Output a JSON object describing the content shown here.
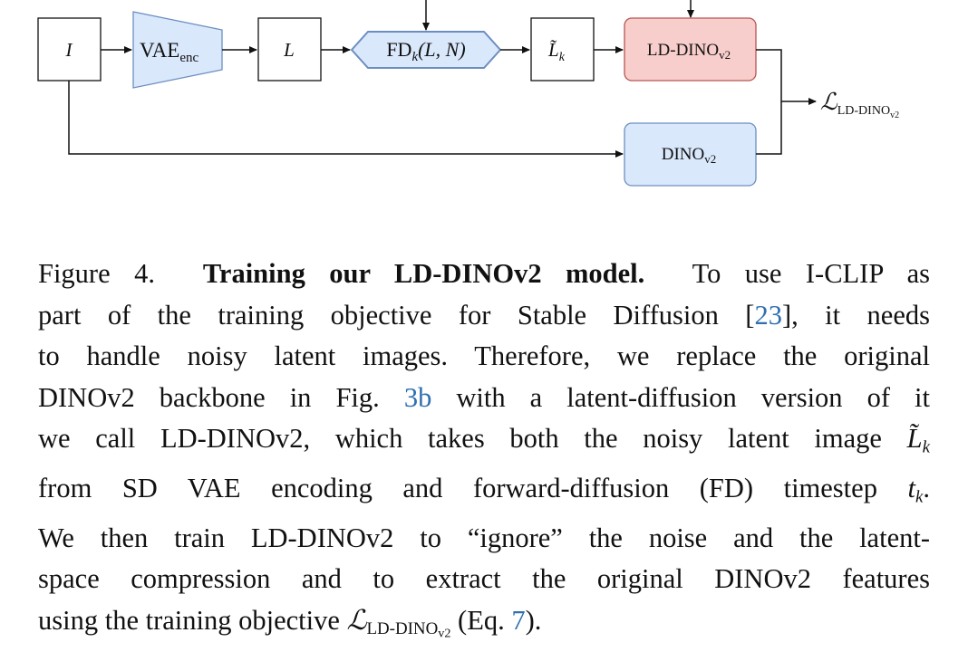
{
  "diagram": {
    "nodes": {
      "image": {
        "label": "I"
      },
      "vae_encoder": {
        "label": "VAE",
        "sub": "enc"
      },
      "latent": {
        "label": "L"
      },
      "forward_diffusion": {
        "label": "FD",
        "sub": "k",
        "args": "(L, N)"
      },
      "noisy_latent": {
        "label": "L̃",
        "sub": "k"
      },
      "ld_dino": {
        "label": "LD-DINO",
        "sub": "v2"
      },
      "dino": {
        "label": "DINO",
        "sub": "v2"
      },
      "loss": {
        "label": "ℒ",
        "sub": "LD-DINO",
        "subsub": "v2"
      }
    },
    "colors": {
      "vae_fill": "#dae8fc",
      "vae_stroke": "#6c8ebf",
      "fd_fill": "#dae8fc",
      "fd_stroke": "#6c8ebf",
      "ld_dino_fill": "#f8cecc",
      "ld_dino_stroke": "#b85450",
      "dino_fill": "#dae8fc",
      "dino_stroke": "#6c8ebf"
    }
  },
  "caption": {
    "figure_label": "Figure 4.",
    "title": "Training our LD-DINOv2 model.",
    "text_1": "To use I-CLIP as",
    "text_2": "part of the training objective for Stable Diffusion [",
    "ref_1": "23",
    "text_3": "], it needs",
    "text_4": "to handle noisy latent images. Therefore, we replace the original",
    "text_5": "DINOv2 backbone in Fig. ",
    "ref_2": "3b",
    "text_6": " with a latent-diffusion version of it",
    "text_7": "we call LD-DINOv2, which takes both the noisy latent image ",
    "math_1": "L̃",
    "math_1_sub": "k",
    "text_8": "from SD VAE encoding and forward-diffusion (FD) timestep ",
    "math_2": "t",
    "math_2_sub": "k",
    "text_9": ".",
    "text_10": "We then train LD-DINOv2 to “ignore” the noise and the latent-",
    "text_11": "space compression and to extract the original DINOv2 features",
    "text_12": "using the training objective ",
    "math_3": "ℒ",
    "math_3_sub": "LD-DINO",
    "math_3_subsub": "v2",
    "text_13": " (Eq. ",
    "ref_3": "7",
    "text_14": ")."
  }
}
